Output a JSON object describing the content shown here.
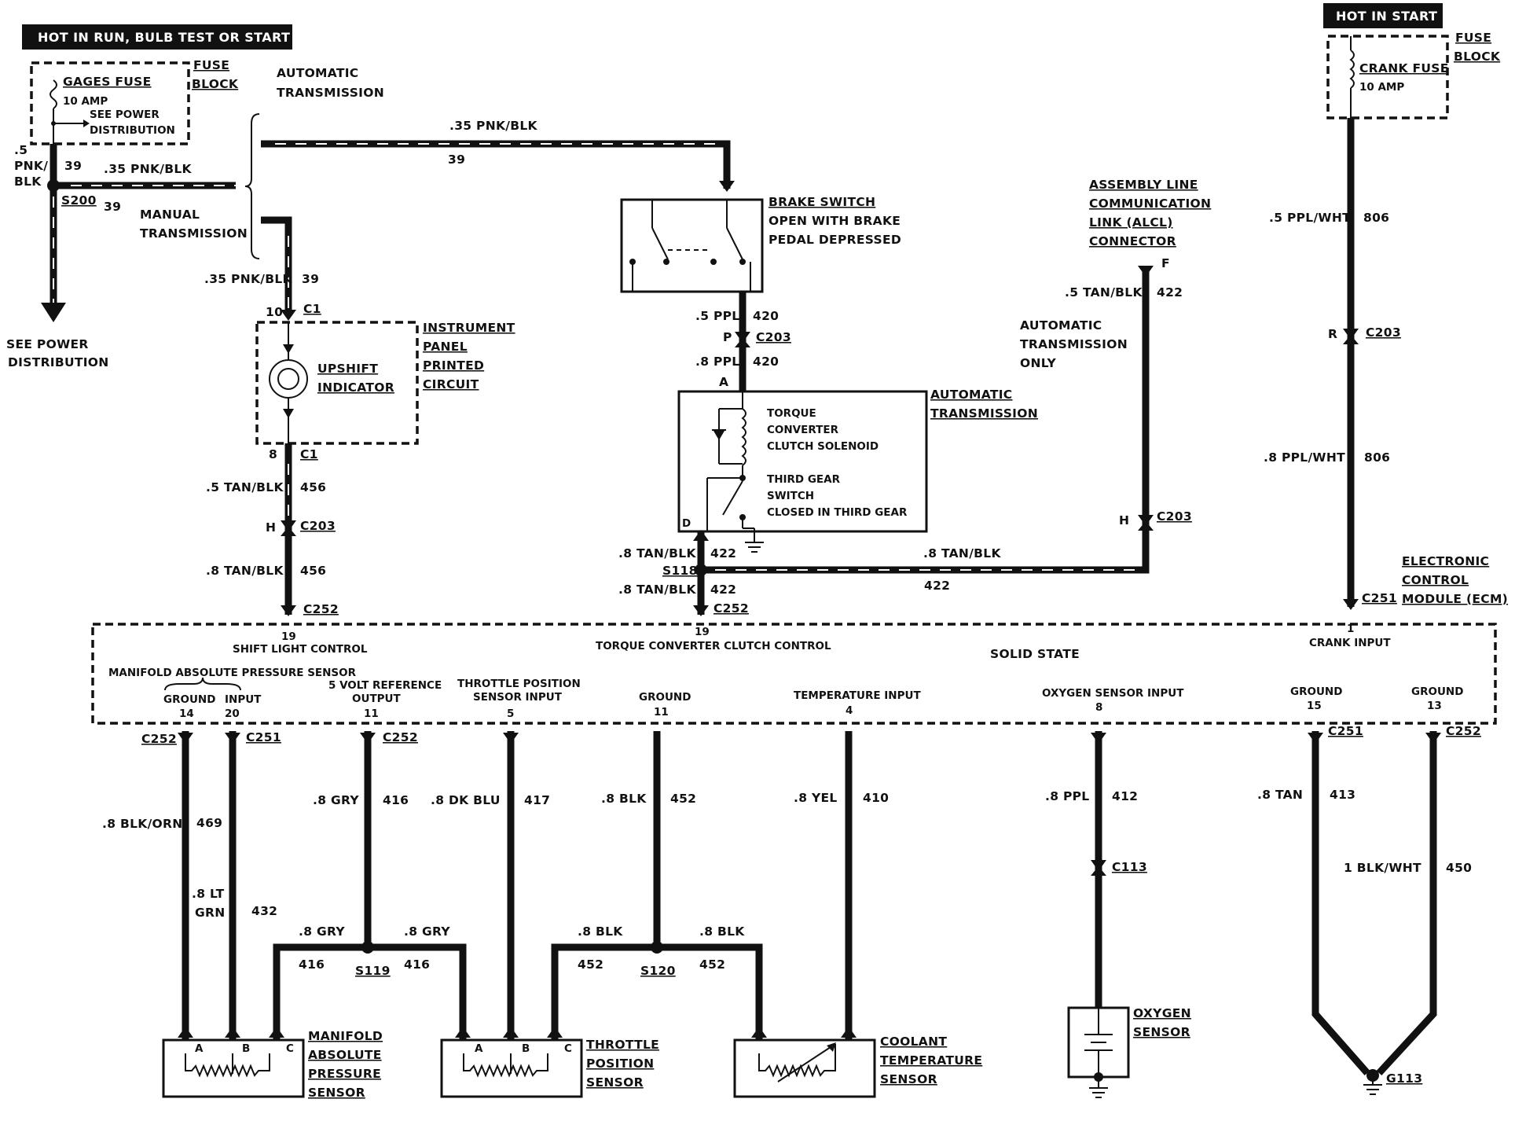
{
  "headers": {
    "left": "HOT IN RUN,  BULB TEST OR START",
    "right": "HOT IN START"
  },
  "fuse_left": {
    "block_label_1": "FUSE",
    "block_label_2": "BLOCK",
    "name": "GAGES FUSE",
    "amp": "10 AMP",
    "note_1": "SEE POWER",
    "note_2": "DISTRIBUTION"
  },
  "fuse_right": {
    "block_label_1": "FUSE",
    "block_label_2": "BLOCK",
    "name": "CRANK FUSE",
    "amp": "10 AMP"
  },
  "left_feed": {
    "wire_size_1": ".5",
    "wire_size_2": "PNK/",
    "wire_size_3": "BLK",
    "circuit_a": "39",
    "splice": "S200",
    "circuit_b": "39",
    "wire_manual": ".35 PNK/BLK",
    "see_power_1": "SEE POWER",
    "see_power_2": "DISTRIBUTION"
  },
  "trans_labels": {
    "auto_1": "AUTOMATIC",
    "auto_2": "TRANSMISSION",
    "manual_1": "MANUAL",
    "manual_2": "TRANSMISSION"
  },
  "top_wire": {
    "size": ".35 PNK/BLK",
    "circuit": "39"
  },
  "brake_switch": {
    "line_1": "BRAKE SWITCH",
    "line_2": "OPEN WITH BRAKE",
    "line_3": "PEDAL DEPRESSED"
  },
  "ipc": {
    "wire_in_size": ".35 PNK/BLK",
    "wire_in_circuit": "39",
    "pin_top": "10",
    "conn_top": "C1",
    "indicator_1": "UPSHIFT",
    "indicator_2": "INDICATOR",
    "panel_1": "INSTRUMENT",
    "panel_2": "PANEL",
    "panel_3": "PRINTED",
    "panel_4": "CIRCUIT",
    "pin_bottom": "8",
    "conn_bottom": "C1",
    "wire_out_size": ".5 TAN/BLK",
    "wire_out_circuit": "456",
    "c203_pin": "H",
    "c203": "C203",
    "wire_out2_size": ".8 TAN/BLK",
    "wire_out2_circuit": "456",
    "c252": "C252"
  },
  "brake_out": {
    "size_1": ".5 PPL",
    "circuit_1": "420",
    "c203_pin": "P",
    "c203": "C203",
    "size_2": ".8 PPL",
    "circuit_2": "420",
    "pin_a": "A"
  },
  "auto_trans_box": {
    "label_1": "AUTOMATIC",
    "label_2": "TRANSMISSION",
    "tcc_1": "TORQUE",
    "tcc_2": "CONVERTER",
    "tcc_3": "CLUTCH SOLENOID",
    "sw_1": "THIRD GEAR",
    "sw_2": "SWITCH",
    "sw_3": "CLOSED IN THIRD GEAR",
    "pin_d": "D"
  },
  "tcc_out": {
    "size_1": ".8 TAN/BLK",
    "circuit_1": "422",
    "splice": "S118",
    "size_2": ".8 TAN/BLK",
    "circuit_2": "422",
    "c252": "C252",
    "right_size": ".8 TAN/BLK",
    "right_circuit": "422"
  },
  "aldl": {
    "line_1": "ASSEMBLY LINE",
    "line_2": "COMMUNICATION",
    "line_3": "LINK (ALCL)",
    "line_4": "CONNECTOR",
    "pin_f": "F",
    "size": ".5 TAN/BLK",
    "circuit": "422",
    "only_1": "AUTOMATIC",
    "only_2": "TRANSMISSION",
    "only_3": "ONLY",
    "c203_pin": "H",
    "c203": "C203"
  },
  "crank": {
    "size_1": ".5 PPL/WHT",
    "circuit_1": "806",
    "c203_pin": "R",
    "c203": "C203",
    "size_2": ".8 PPL/WHT",
    "circuit_2": "806",
    "c251": "C251"
  },
  "ecm": {
    "label_1": "ELECTRONIC",
    "label_2": "CONTROL",
    "label_3": "MODULE (ECM)",
    "solid_state": "SOLID STATE",
    "shift_pin": "19",
    "shift_label": "SHIFT LIGHT CONTROL",
    "tcc_pin": "19",
    "tcc_label": "TORQUE CONVERTER CLUTCH CONTROL",
    "crank_pin": "1",
    "crank_label": "CRANK INPUT",
    "map_label": "MANIFOLD ABSOLUTE PRESSURE SENSOR",
    "map_ground": "GROUND",
    "map_ground_pin": "14",
    "map_input": "INPUT",
    "map_input_pin": "20",
    "vref_1": "5 VOLT REFERENCE",
    "vref_2": "OUTPUT",
    "vref_pin": "11",
    "tps_1": "THROTTLE POSITION",
    "tps_2": "SENSOR INPUT",
    "tps_pin": "5",
    "gnd_label": "GROUND",
    "gnd_pin": "11",
    "temp_label": "TEMPERATURE INPUT",
    "temp_pin": "4",
    "o2_label": "OXYGEN SENSOR INPUT",
    "o2_pin": "8",
    "gnd15_label": "GROUND",
    "gnd15_pin": "15",
    "gnd13_label": "GROUND",
    "gnd13_pin": "13"
  },
  "bottom_wires": {
    "c252_left": "C252",
    "c251_left": "C251",
    "c252_vref": "C252",
    "c251_right": "C251",
    "c252_right": "C252",
    "w469_size": ".8 BLK/ORN",
    "w469": "469",
    "w432_size_1": ".8 LT",
    "w432_size_2": "GRN",
    "w432": "432",
    "w416_size": ".8 GRY",
    "w416": "416",
    "w417_size": ".8 DK BLU",
    "w417": "417",
    "w452_size": ".8 BLK",
    "w452": "452",
    "w410_size": ".8 YEL",
    "w410": "410",
    "w412_size": ".8 PPL",
    "w412": "412",
    "c113": "C113",
    "w413_size": ".8 TAN",
    "w413": "413",
    "w450_size": "1 BLK/WHT",
    "w450": "450",
    "s119": "S119",
    "s119_l_size": ".8 GRY",
    "s119_l": "416",
    "s119_r_size": ".8 GRY",
    "s119_r": "416",
    "s120": "S120",
    "s120_l_size": ".8 BLK",
    "s120_l": "452",
    "s120_r_size": ".8 BLK",
    "s120_r": "452"
  },
  "sensors": {
    "map_1": "MANIFOLD",
    "map_2": "ABSOLUTE",
    "map_3": "PRESSURE",
    "map_4": "SENSOR",
    "tps_1": "THROTTLE",
    "tps_2": "POSITION",
    "tps_3": "SENSOR",
    "cts_1": "COOLANT",
    "cts_2": "TEMPERATURE",
    "cts_3": "SENSOR",
    "o2_1": "OXYGEN",
    "o2_2": "SENSOR",
    "ground": "G113",
    "pin_a": "A",
    "pin_b": "B",
    "pin_c": "C"
  }
}
